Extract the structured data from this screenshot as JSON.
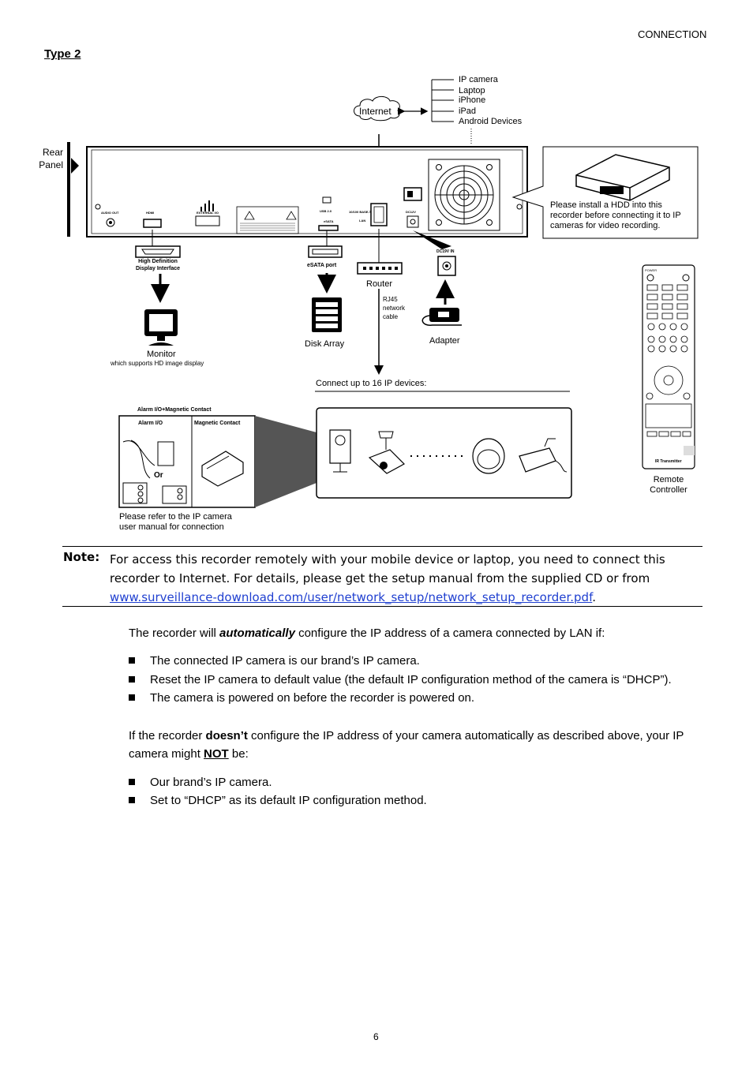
{
  "header": {
    "section": "CONNECTION",
    "page_number": "6"
  },
  "figure": {
    "heading": "Type 2",
    "rear_panel": "Rear\nPanel",
    "internet": "Internet",
    "devices": [
      "IP camera",
      "Laptop",
      "iPhone",
      "iPad",
      "Android Devices"
    ],
    "hdd_callout": "Please install a HDD into this recorder before connecting it to IP cameras for video recording.",
    "panel_labels": {
      "audio_out": "AUDIO OUT",
      "hdmi": "HDMI",
      "external_io": "EXTERNAL I/O",
      "usb": "USB 2.0",
      "esata_small": "eSATA",
      "ethernet": "10/100 BASE-T",
      "lan": "LAN",
      "power": "DC12V"
    },
    "hdmi_label": "High Definition\nDisplay Interface",
    "monitor": "Monitor",
    "monitor_note": "which supports HD image display",
    "esata_port": "eSATA port",
    "disk_array": "Disk Array",
    "router": "Router",
    "rj45": "RJ45\nnetwork\ncable",
    "dc_in": "DC19V IN",
    "adapter": "Adapter",
    "connect_ip": "Connect up to 16 IP devices:",
    "alarm_title": "Alarm I/O+Magnetic Contact",
    "alarm_io": "Alarm I/O",
    "magnetic_contact": "Magnetic Contact",
    "or": "Or",
    "ipcam_note": "Please refer to the IP camera\nuser manual for connection",
    "remote": "Remote\nController",
    "ir_transmitter": "IR Transmitter",
    "remote_power": "POWER"
  },
  "note": {
    "label": "Note:",
    "text": "For access this recorder remotely with your mobile device or laptop, you need to connect this recorder to Internet. For details, please get the setup manual from the supplied CD or from",
    "link": "www.surveillance-download.com/user/network_setup/network_setup_recorder.pdf",
    "end": "."
  },
  "body": {
    "p1_pre": "The recorder will ",
    "p1_em": "automatically",
    "p1_post": " configure the IP address of a camera connected by LAN if:",
    "bullets1": [
      "The connected IP camera is our brand’s IP camera.",
      "Reset the IP camera to default value (the default IP configuration method of the camera is “DHCP”).",
      "The camera is powered on before the recorder is powered on."
    ],
    "p2_pre": "If the recorder ",
    "p2_b": "doesn’t",
    "p2_mid": " configure the IP address of your camera automatically as described above, your IP camera might ",
    "p2_u": "NOT",
    "p2_post": " be:",
    "bullets2": [
      "Our brand’s IP camera.",
      "Set to “DHCP” as its default IP configuration method."
    ]
  }
}
